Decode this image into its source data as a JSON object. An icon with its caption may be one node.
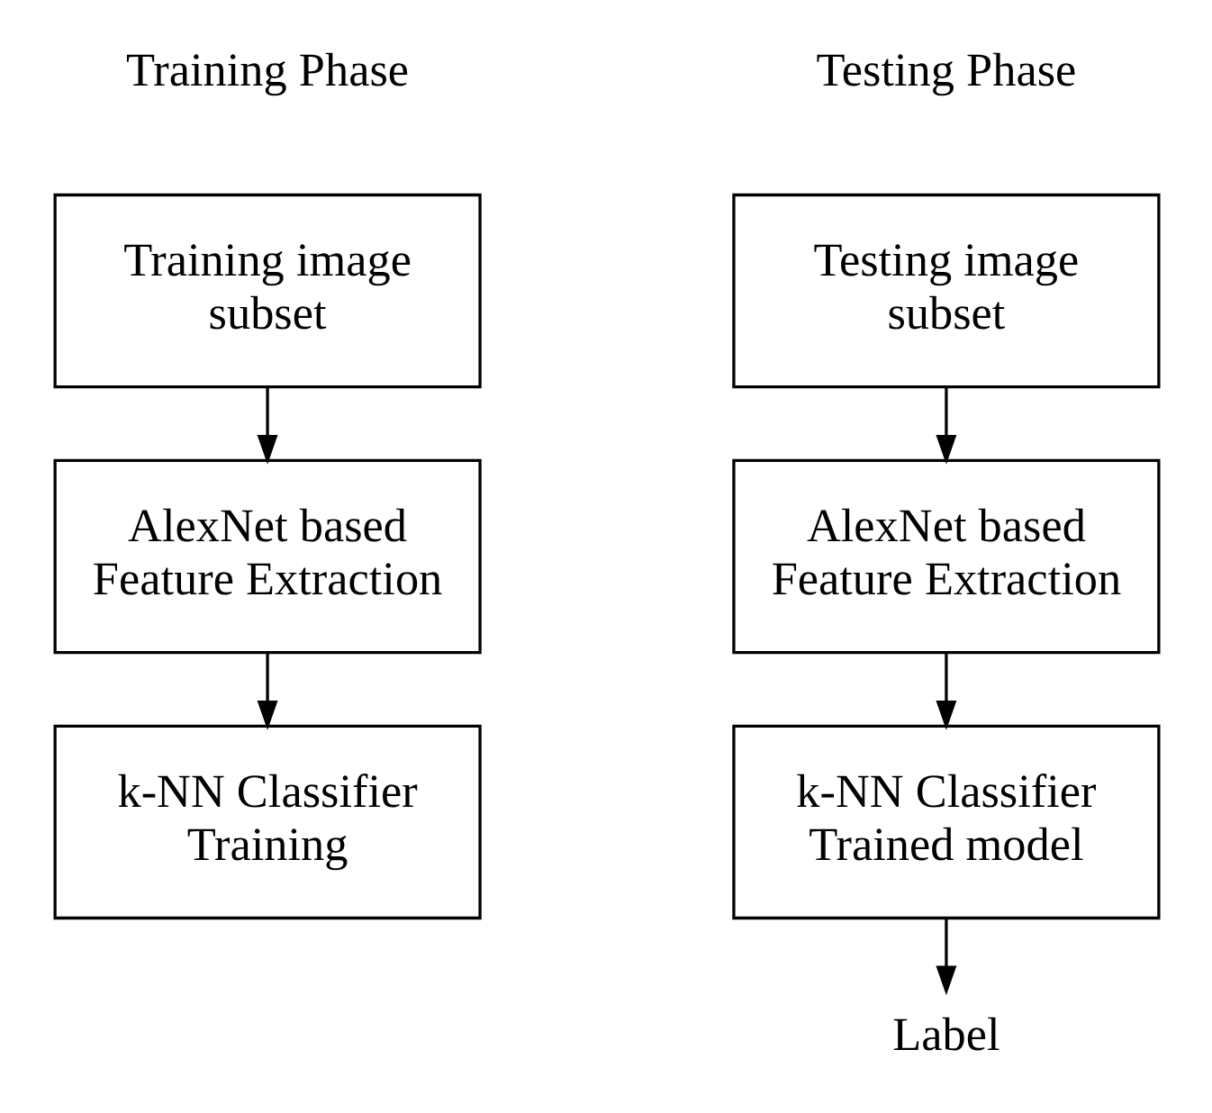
{
  "diagram": {
    "nodes": [
      {
        "text": [
          "Training image subset"
        ]
      },
      {
        "text": [
          "AlexNet based Feature Extraction"
        ]
      },
      {
        "text": [
          "k-NN Classifier Training"
        ]
      },
      {
        "text": [
          "Testing image subset"
        ]
      },
      {
        "text": [
          "AlexNet based Feature Extraction"
        ]
      },
      {
        "text": [
          "k-NN Classifier Trained model"
        ]
      },
      {
        "text": [
          "Label"
        ]
      }
    ],
    "edges": [
      {
        "from": 0,
        "to": 1,
        "arrow": "to"
      },
      {
        "from": 1,
        "to": 2,
        "arrow": "to"
      },
      {
        "from": 3,
        "to": 4,
        "arrow": "to"
      },
      {
        "from": 4,
        "to": 5,
        "arrow": "to"
      },
      {
        "from": 5,
        "to": 6,
        "arrow": "to"
      }
    ],
    "labels": [
      "Training Phase",
      "Testing Phase"
    ]
  }
}
